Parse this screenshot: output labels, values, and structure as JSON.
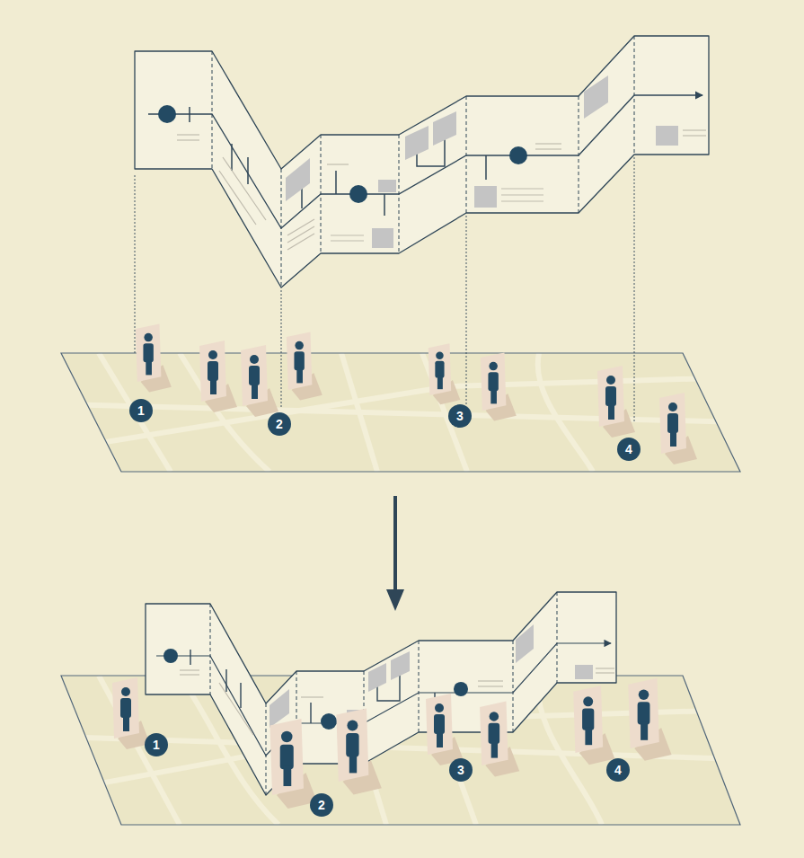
{
  "diagram": {
    "labels": [
      "1",
      "2",
      "3",
      "4",
      "1",
      "2",
      "3",
      "4"
    ]
  }
}
